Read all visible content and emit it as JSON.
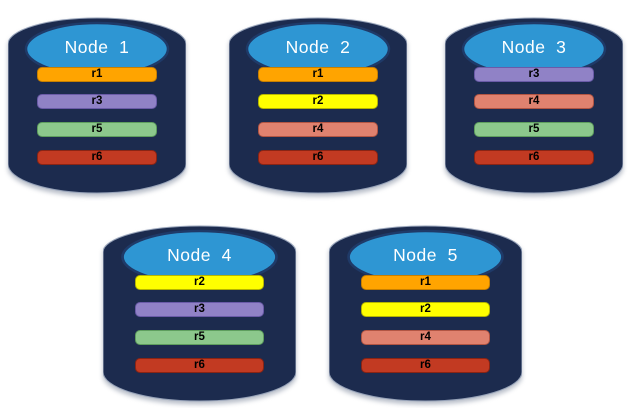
{
  "diagram": {
    "background": "#FFFFFF",
    "node_body_color": "#1C2B4E",
    "node_body_edge_color": "#96A2B8",
    "node_top_color": "#2E96D3",
    "node_top_border_color": "#1F3A68",
    "title_color": "#FFFFFF",
    "bar_text_color": "#000000"
  },
  "nodes": [
    {
      "title": "Node  1",
      "replicas": [
        {
          "label": "r1",
          "fill": "#FFA400",
          "border": "#C77F00"
        },
        {
          "label": "r3",
          "fill": "#9082C6",
          "border": "#6A5BA8"
        },
        {
          "label": "r5",
          "fill": "#8CC88C",
          "border": "#5E9E5E"
        },
        {
          "label": "r6",
          "fill": "#C23A22",
          "border": "#8A2414"
        }
      ]
    },
    {
      "title": "Node  2",
      "replicas": [
        {
          "label": "r1",
          "fill": "#FFA400",
          "border": "#C77F00"
        },
        {
          "label": "r2",
          "fill": "#FFFF00",
          "border": "#B5B500"
        },
        {
          "label": "r4",
          "fill": "#E0826F",
          "border": "#B25543"
        },
        {
          "label": "r6",
          "fill": "#C23A22",
          "border": "#8A2414"
        }
      ]
    },
    {
      "title": "Node  3",
      "replicas": [
        {
          "label": "r3",
          "fill": "#9082C6",
          "border": "#6A5BA8"
        },
        {
          "label": "r4",
          "fill": "#E0826F",
          "border": "#B25543"
        },
        {
          "label": "r5",
          "fill": "#8CC88C",
          "border": "#5E9E5E"
        },
        {
          "label": "r6",
          "fill": "#C23A22",
          "border": "#8A2414"
        }
      ]
    },
    {
      "title": "Node  4",
      "replicas": [
        {
          "label": "r2",
          "fill": "#FFFF00",
          "border": "#B5B500"
        },
        {
          "label": "r3",
          "fill": "#9082C6",
          "border": "#6A5BA8"
        },
        {
          "label": "r5",
          "fill": "#8CC88C",
          "border": "#5E9E5E"
        },
        {
          "label": "r6",
          "fill": "#C23A22",
          "border": "#8A2414"
        }
      ]
    },
    {
      "title": "Node  5",
      "replicas": [
        {
          "label": "r1",
          "fill": "#FFA400",
          "border": "#C77F00"
        },
        {
          "label": "r2",
          "fill": "#FFFF00",
          "border": "#B5B500"
        },
        {
          "label": "r4",
          "fill": "#E0826F",
          "border": "#B25543"
        },
        {
          "label": "r6",
          "fill": "#C23A22",
          "border": "#8A2414"
        }
      ]
    }
  ]
}
